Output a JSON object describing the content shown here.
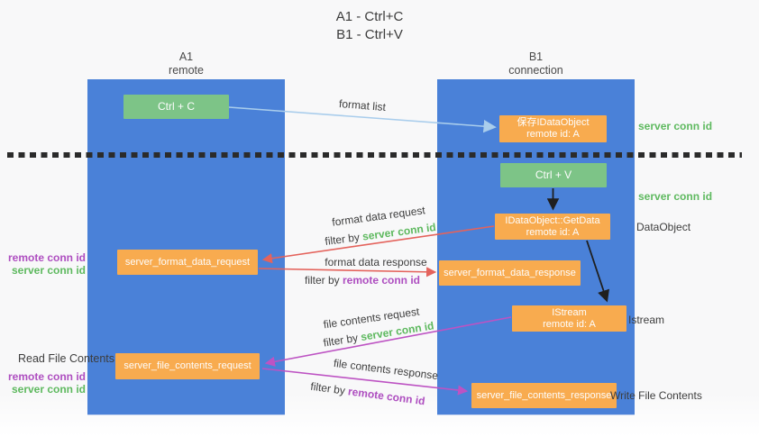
{
  "title": {
    "line1": "A1 - Ctrl+C",
    "line2": "B1 - Ctrl+V"
  },
  "lanes": {
    "a1": {
      "header_top": "A1",
      "header_bottom": "remote"
    },
    "b1": {
      "header_top": "B1",
      "header_bottom": "connection"
    }
  },
  "boxes": {
    "ctrl_c": {
      "label": "Ctrl + C"
    },
    "save_idataobject": {
      "line1": "保存IDataObject",
      "line2": "remote id: A"
    },
    "ctrl_v": {
      "label": "Ctrl + V"
    },
    "getdata": {
      "line1": "IDataObject::GetData",
      "line2": "remote id: A"
    },
    "format_request": {
      "label": "server_format_data_request"
    },
    "format_response": {
      "label": "server_format_data_response"
    },
    "istream": {
      "line1": "IStream",
      "line2": "remote id: A"
    },
    "file_request": {
      "label": "server_file_contents_request"
    },
    "file_response": {
      "label": "server_file_contents_response"
    }
  },
  "arrow_labels": {
    "format_list": "format list",
    "format_data_request": "format data request",
    "format_data_response": "format data response",
    "file_contents_request": "file contents request",
    "file_contents_response": "file contents response",
    "filter_by": "filter by ",
    "server_conn_id": "server conn id",
    "remote_conn_id": "remote conn id"
  },
  "side_labels": {
    "server_conn_id": "server conn id",
    "remote_conn_id": "remote conn id",
    "dataobject": "DataObject",
    "istream": "Istream",
    "read_file_contents": "Read File Contents",
    "write_file_contents": "Write File Contents"
  },
  "colors": {
    "lane_blue": "#4a81d8",
    "box_orange": "#f8ab4f",
    "box_green": "#7dc487",
    "text_green": "#5eb95f",
    "text_purple": "#ae4ec0",
    "arrow_red": "#e4635c",
    "arrow_magenta": "#bd53c3",
    "arrow_lightblue": "#a9cdec",
    "arrow_black": "#1f1f1f"
  }
}
